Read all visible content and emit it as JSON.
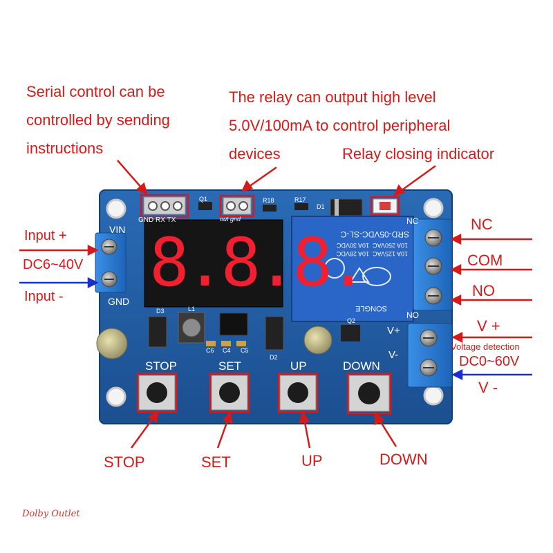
{
  "annotations": {
    "serial": [
      "Serial control can be",
      "controlled by sending",
      "instructions"
    ],
    "relay_output": [
      "The relay can output high level",
      "5.0V/100mA to control peripheral",
      "devices"
    ],
    "relay_indicator": "Relay closing indicator"
  },
  "left_labels": {
    "input_plus": "Input +",
    "voltage_range": "DC6~40V",
    "input_minus": "Input -"
  },
  "right_labels": {
    "nc": "NC",
    "com": "COM",
    "no": "NO",
    "v_plus": "V +",
    "voltage_detection": "Voltage detection",
    "detect_range": "DC0~60V",
    "v_minus": "V -"
  },
  "bottom_labels": {
    "stop": "STOP",
    "set": "SET",
    "up": "UP",
    "down": "DOWN"
  },
  "board": {
    "vin": "VIN",
    "gnd": "GND",
    "nc": "NC",
    "no": "NO",
    "v_plus": "V+",
    "v_minus": "V-",
    "serial_header": "GND RX TX",
    "out_header": "out gnd",
    "stop": "STOP",
    "set": "SET",
    "up": "UP",
    "down": "DOWN",
    "display": "8.8.8.",
    "relay_model": "SRD-05VDC-SL-C",
    "relay_brand": "SONGLE",
    "relay_ratings": [
      "10A 250VAC",
      "10A 125VAC",
      "10A 30VDC",
      "10A 28VDC"
    ],
    "refs": [
      "Q1",
      "R18",
      "R17",
      "D1",
      "D3",
      "L1",
      "C6",
      "C4",
      "C5",
      "D2",
      "Q2"
    ]
  },
  "watermark": "Dolby Outlet",
  "colors": {
    "board": "#1f5fa8",
    "annotation_red": "#d61a1a",
    "arrow_blue": "#1a2fd0",
    "terminal_blue": "#2a7fd4"
  }
}
